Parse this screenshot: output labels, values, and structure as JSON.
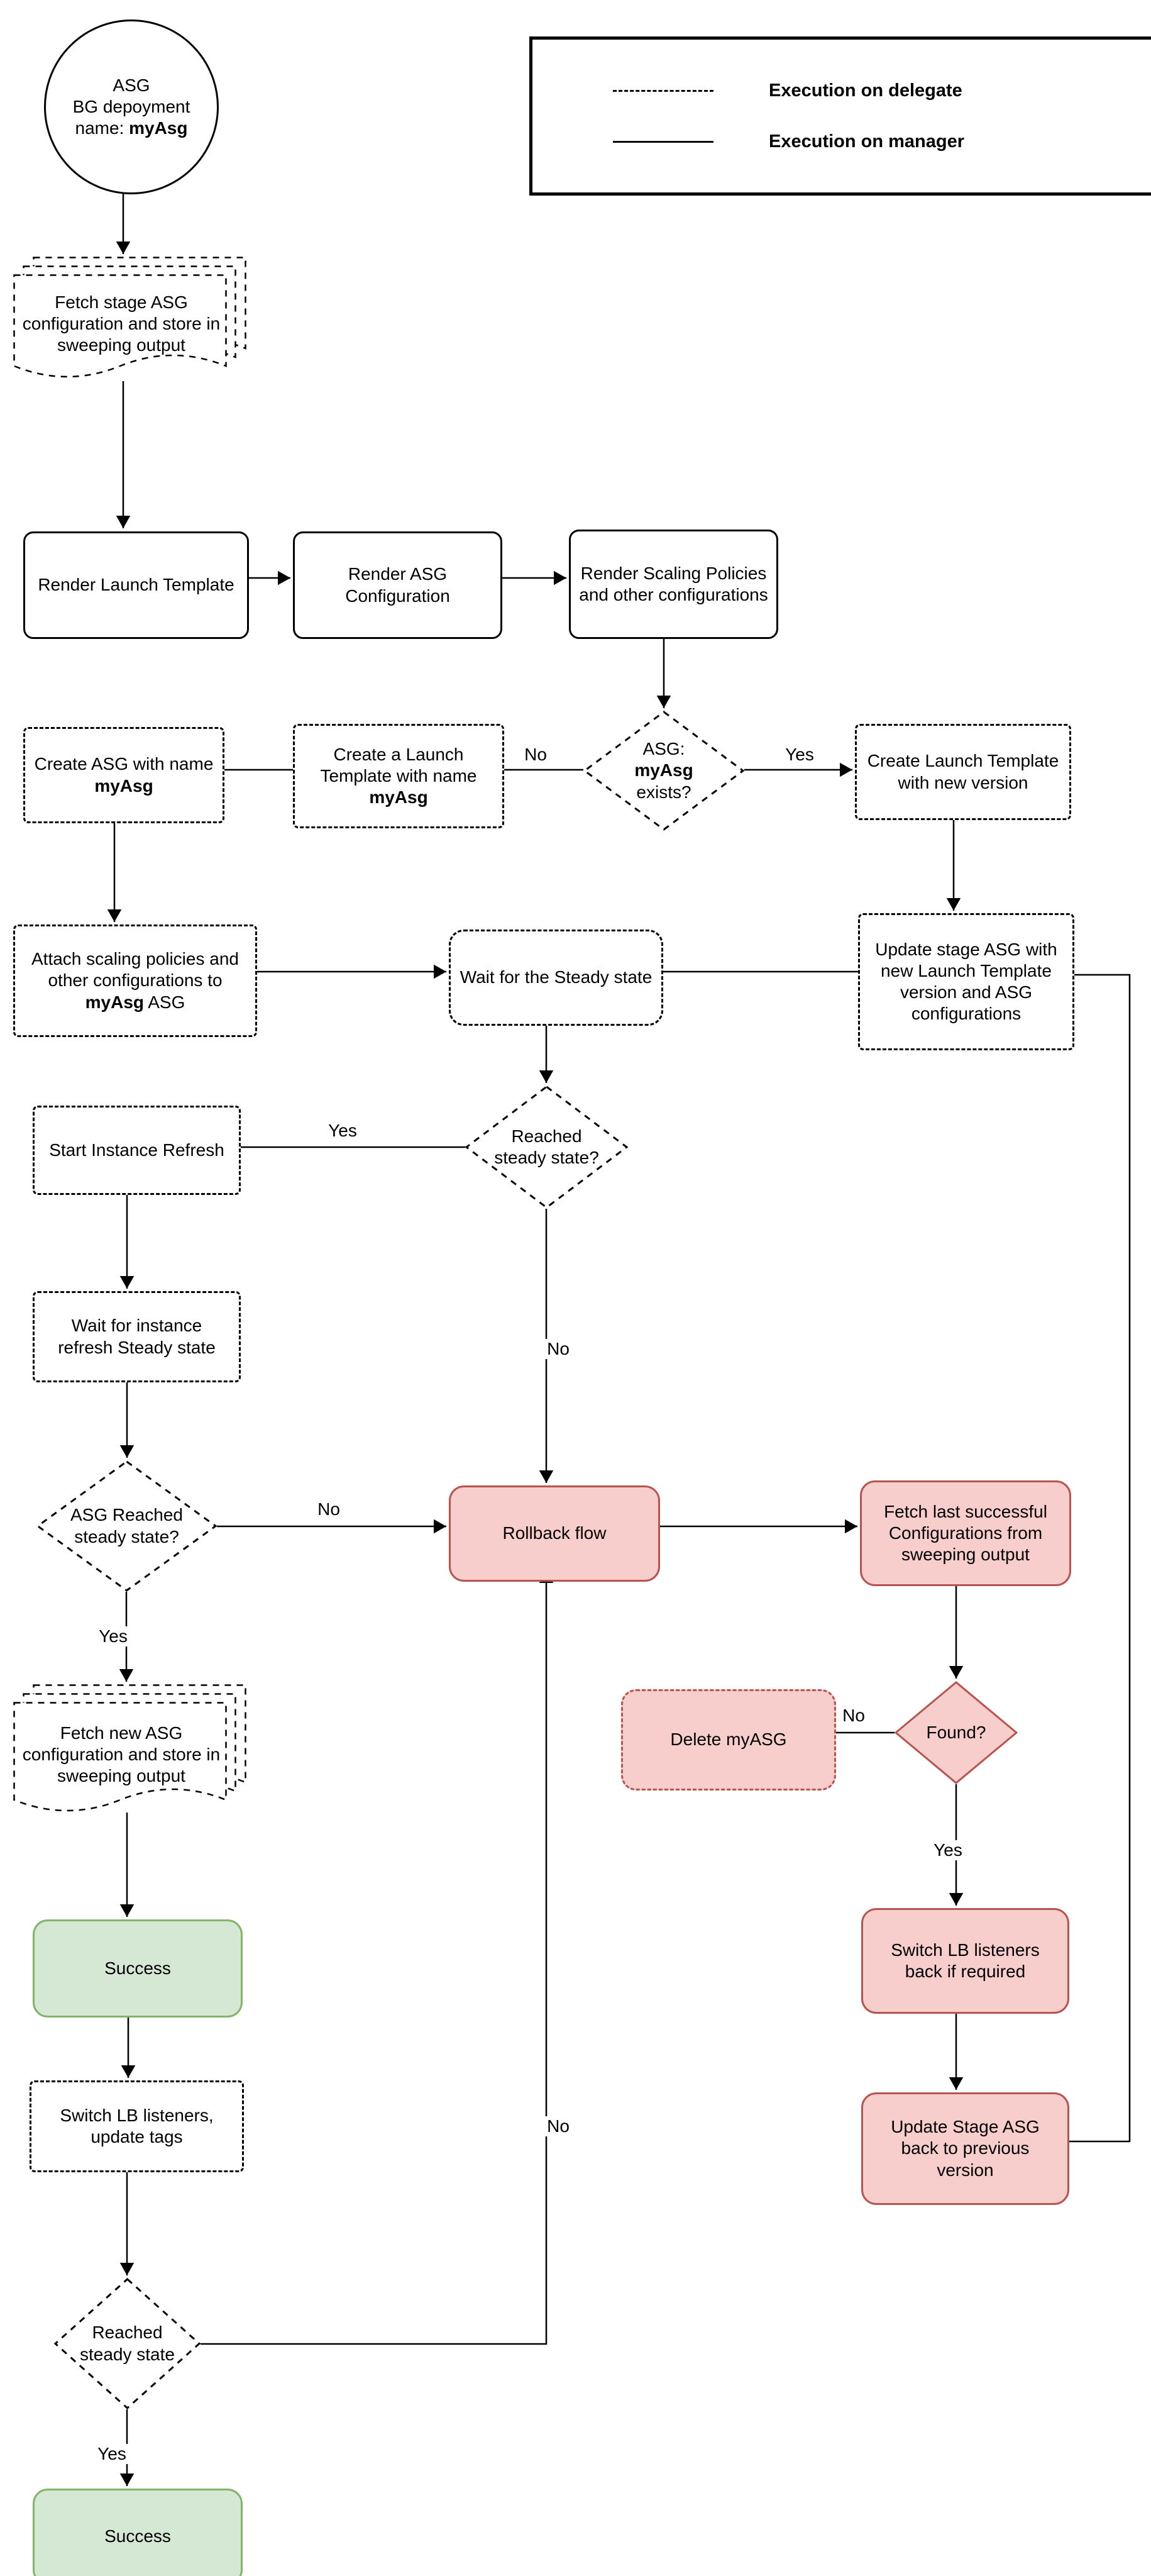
{
  "colors": {
    "red_fill": "#f8cecc",
    "red_border": "#b85450",
    "green_fill": "#d5e8d4",
    "green_border": "#82b366",
    "line": "#000000"
  },
  "legend": {
    "delegate": "Execution on delegate",
    "manager": "Execution on manager"
  },
  "nodes": {
    "start": {
      "line1": "ASG",
      "line2": "BG depoyment",
      "line3_prefix": "name: ",
      "line3_bold": "myAsg"
    },
    "fetch_stage": "Fetch stage ASG configuration and store in sweeping output",
    "render_launch_template": "Render Launch Template",
    "render_asg_configuration": "Render ASG Configuration",
    "render_scaling_policies": "Render Scaling Policies and other configurations",
    "asg_exists": {
      "line1": "ASG:",
      "line2_bold": "myAsg",
      "line2_suffix": " exists?"
    },
    "create_launch_template_named": {
      "prefix": "Create a Launch Template with name ",
      "bold": "myAsg"
    },
    "create_asg": {
      "prefix": "Create ASG with name ",
      "bold": "myAsg"
    },
    "create_launch_template_new": "Create Launch Template with new version",
    "attach_scaling_policies": {
      "prefix": "Attach scaling policies and other configurations to ",
      "bold": "myAsg",
      "suffix": " ASG"
    },
    "wait_steady": "Wait for the Steady state",
    "update_stage_asg": "Update stage ASG with new Launch Template version and ASG configurations",
    "reached_steady_1": "Reached steady state?",
    "start_instance_refresh": "Start Instance Refresh",
    "wait_instance_refresh": "Wait for instance refresh Steady state",
    "asg_reached_steady": "ASG Reached steady state?",
    "rollback_flow": "Rollback flow",
    "fetch_last_successful": "Fetch last successful Configurations from sweeping output",
    "found": "Found?",
    "delete_myasg": "Delete myASG",
    "switch_lb_back": "Switch LB listeners back if required",
    "update_stage_back": "Update Stage ASG back to previous version",
    "fetch_new_asg": "Fetch new ASG configuration and store in sweeping output",
    "success_1": "Success",
    "switch_lb_update_tags": "Switch LB listeners, update tags",
    "reached_steady_2": "Reached steady state",
    "success_2": "Success"
  },
  "edges": {
    "asg_exists_no": "No",
    "asg_exists_yes": "Yes",
    "reached_steady_1_yes": "Yes",
    "reached_steady_1_no": "No",
    "asg_reached_no": "No",
    "asg_reached_yes": "Yes",
    "found_no": "No",
    "found_yes": "Yes",
    "reached_steady_2_no": "No",
    "reached_steady_2_yes": "Yes"
  }
}
